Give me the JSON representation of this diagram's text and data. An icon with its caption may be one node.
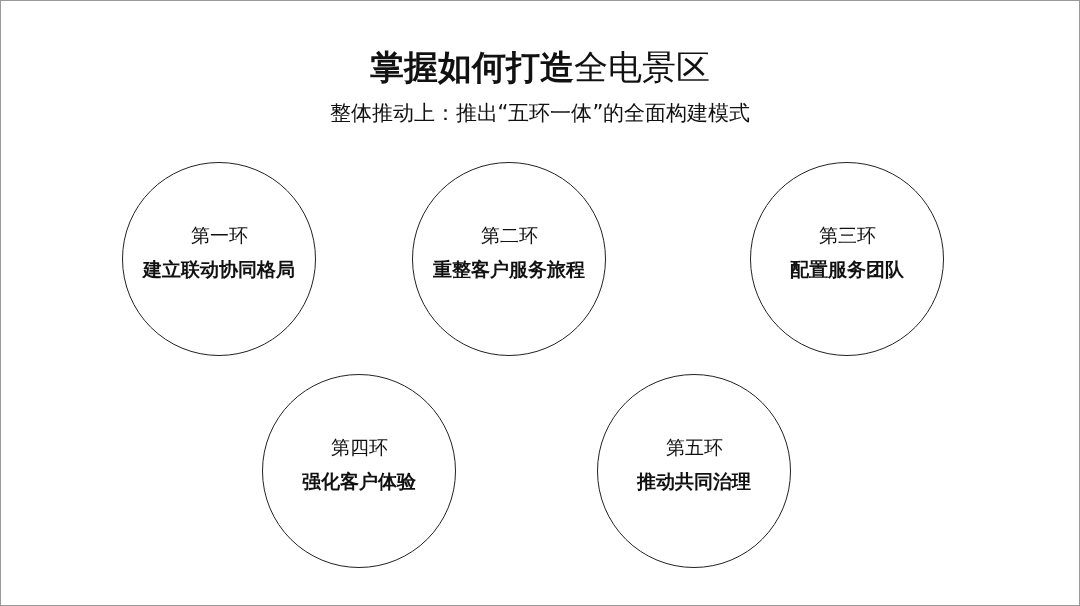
{
  "diagram": {
    "title": "**掌握如何打造**全电景区",
    "caption": "整体推动上：推出“五环一体”的全面构建模式",
    "nodes": [
      {
        "text": [
          "第一环",
          "建立联动协同格局"
        ]
      },
      {
        "text": [
          "第二环",
          "重整客户服务旅程"
        ]
      },
      {
        "text": [
          "第三环",
          "配置服务团队"
        ]
      },
      {
        "text": [
          "第四环",
          "强化客户体验"
        ]
      },
      {
        "text": [
          "第五环",
          "推动共同治理"
        ]
      }
    ],
    "edges": []
  }
}
